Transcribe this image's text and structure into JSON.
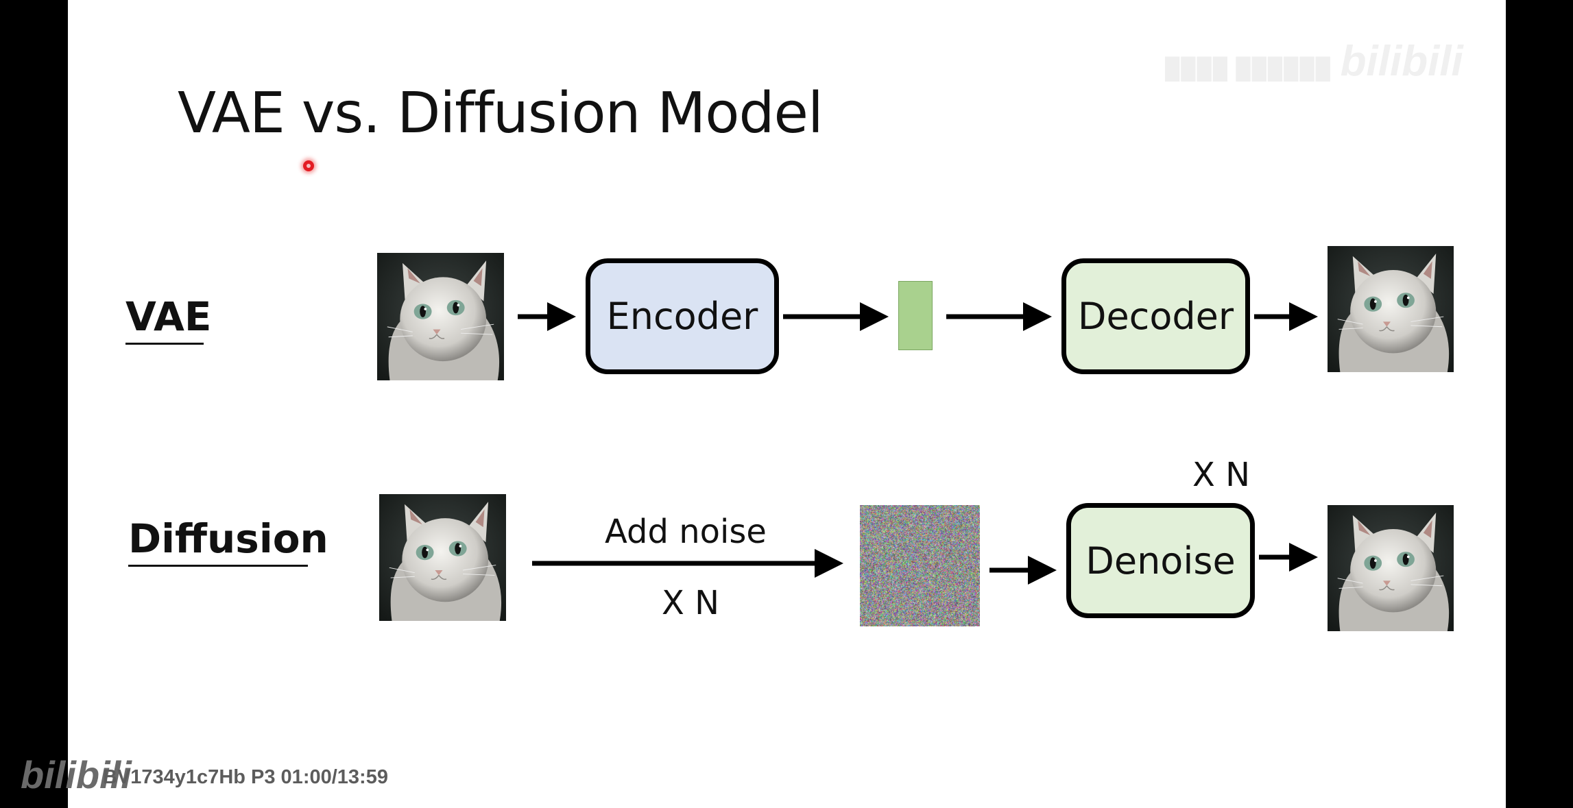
{
  "title": "VAE vs. Diffusion Model",
  "rows": {
    "vae": {
      "label": "VAE",
      "encoder_label": "Encoder",
      "decoder_label": "Decoder",
      "latent_color": "#a9d18e"
    },
    "diffusion": {
      "label": "Diffusion",
      "add_noise_label": "Add noise",
      "add_noise_repeat": "X N",
      "denoise_label": "Denoise",
      "denoise_repeat": "X N"
    }
  },
  "colors": {
    "encoder_fill": "#dae3f3",
    "decoder_fill": "#e2f0d9",
    "laser_pointer": "#e31c23"
  },
  "watermarks": {
    "brand_top": "bilibili",
    "brand_bottom": "bilibili",
    "video_info": "BV1734y1c7Hb P3 01:00/13:59"
  }
}
